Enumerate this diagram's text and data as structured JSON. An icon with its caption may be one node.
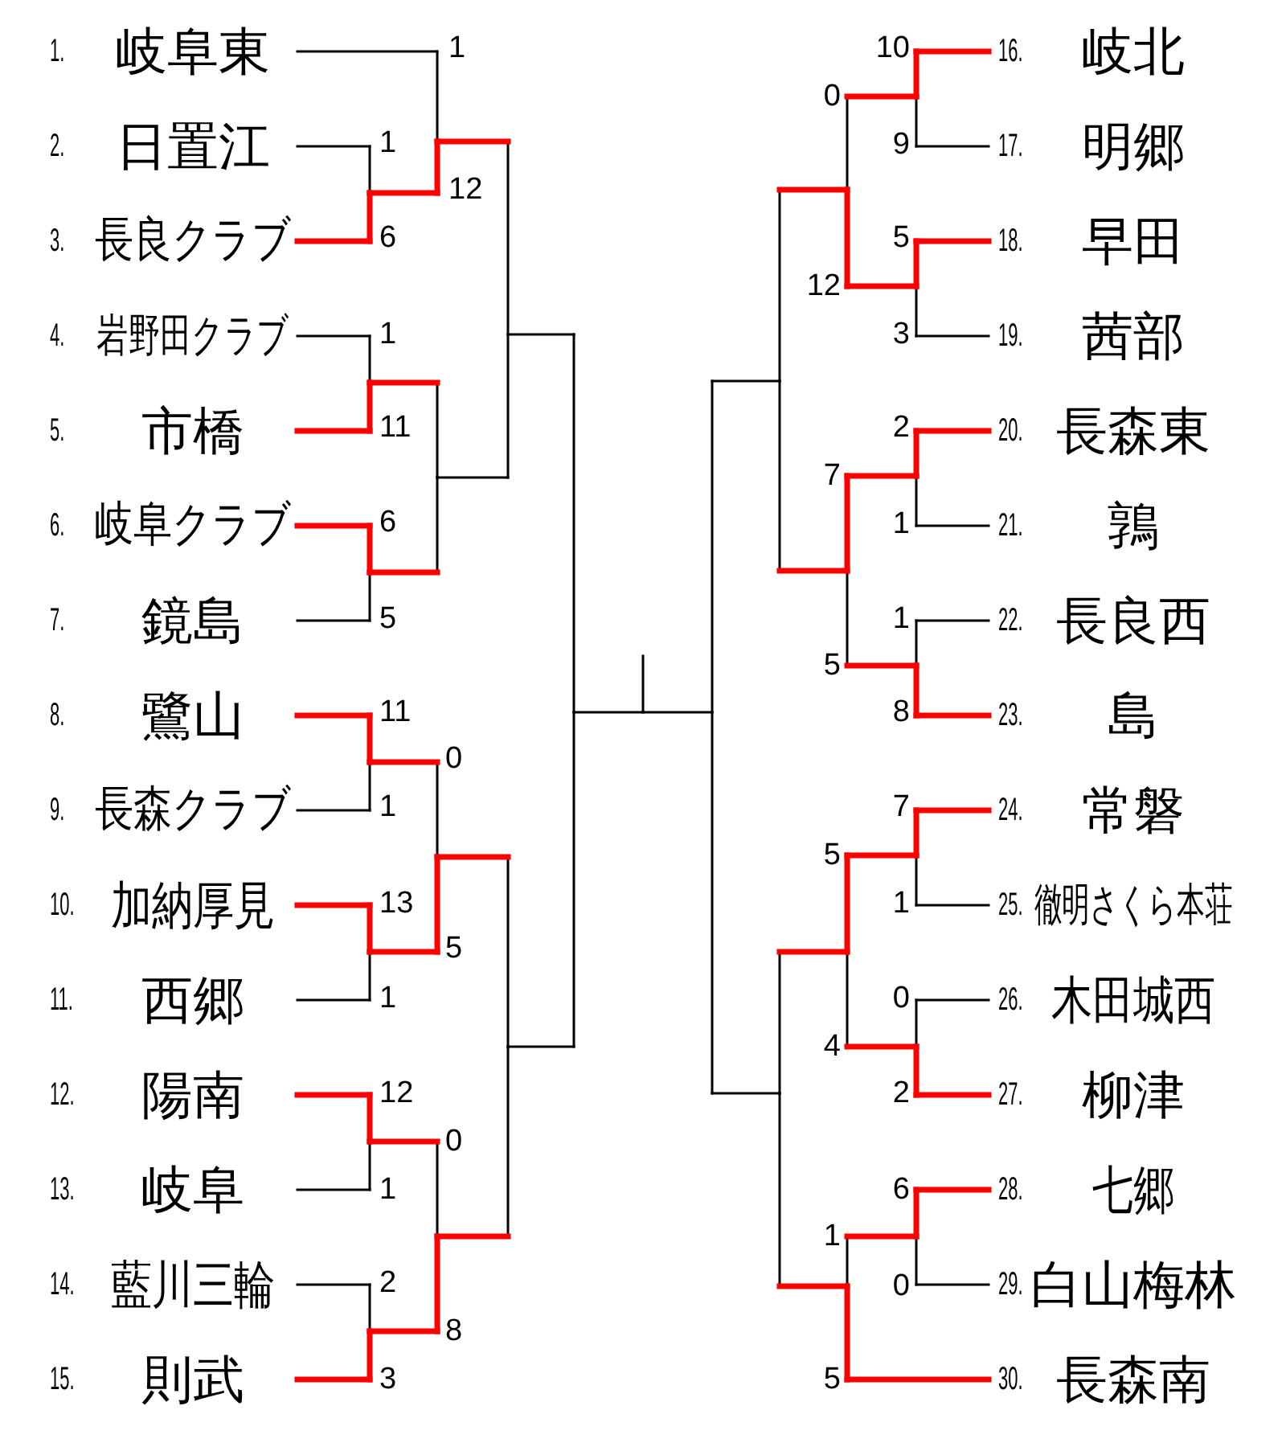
{
  "diagram": {
    "nodes": [
      {
        "text": [
          "岐阜東"
        ],
        "beside": [
          "1."
        ]
      },
      {
        "text": [
          "日置江"
        ],
        "beside": [
          "2."
        ]
      },
      {
        "text": [
          "長良クラブ"
        ],
        "beside": [
          "3."
        ]
      },
      {
        "text": [
          "岩野田クラブ"
        ],
        "beside": [
          "4."
        ]
      },
      {
        "text": [
          "市橋"
        ],
        "beside": [
          "5."
        ]
      },
      {
        "text": [
          "岐阜クラブ"
        ],
        "beside": [
          "6."
        ]
      },
      {
        "text": [
          "鏡島"
        ],
        "beside": [
          "7."
        ]
      },
      {
        "text": [
          "鷺山"
        ],
        "beside": [
          "8."
        ]
      },
      {
        "text": [
          "長森クラブ"
        ],
        "beside": [
          "9."
        ]
      },
      {
        "text": [
          "加納厚見"
        ],
        "beside": [
          "10."
        ]
      },
      {
        "text": [
          "西郷"
        ],
        "beside": [
          "11."
        ]
      },
      {
        "text": [
          "陽南"
        ],
        "beside": [
          "12."
        ]
      },
      {
        "text": [
          "岐阜"
        ],
        "beside": [
          "13."
        ]
      },
      {
        "text": [
          "藍川三輪"
        ],
        "beside": [
          "14."
        ]
      },
      {
        "text": [
          "則武"
        ],
        "beside": [
          "15."
        ]
      },
      {
        "text": [
          "岐北"
        ],
        "beside": [
          "16."
        ]
      },
      {
        "text": [
          "明郷"
        ],
        "beside": [
          "17."
        ]
      },
      {
        "text": [
          "早田"
        ],
        "beside": [
          "18."
        ]
      },
      {
        "text": [
          "茜部"
        ],
        "beside": [
          "19."
        ]
      },
      {
        "text": [
          "長森東"
        ],
        "beside": [
          "20."
        ]
      },
      {
        "text": [
          "鶉"
        ],
        "beside": [
          "21."
        ]
      },
      {
        "text": [
          "長良西"
        ],
        "beside": [
          "22."
        ]
      },
      {
        "text": [
          "島"
        ],
        "beside": [
          "23."
        ]
      },
      {
        "text": [
          "常磐"
        ],
        "beside": [
          "24."
        ]
      },
      {
        "text": [
          "徹明さくら本荘"
        ],
        "beside": [
          "25."
        ]
      },
      {
        "text": [
          "木田城西"
        ],
        "beside": [
          "26."
        ]
      },
      {
        "text": [
          "柳津"
        ],
        "beside": [
          "27."
        ]
      },
      {
        "text": [
          "七郷"
        ],
        "beside": [
          "28."
        ]
      },
      {
        "text": [
          "白山梅林"
        ],
        "beside": [
          "29."
        ]
      },
      {
        "text": [
          "長森南"
        ],
        "beside": [
          "30."
        ]
      }
    ],
    "labels": [
      "1",
      "1",
      "12",
      "6",
      "1",
      "11",
      "6",
      "5",
      "11",
      "0",
      "1",
      "13",
      "5",
      "1",
      "12",
      "0",
      "1",
      "2",
      "8",
      "3",
      "10",
      "0",
      "9",
      "5",
      "12",
      "3",
      "2",
      "7",
      "1",
      "1",
      "5",
      "8",
      "7",
      "5",
      "1",
      "0",
      "4",
      "2",
      "6",
      "1",
      "0",
      "5"
    ]
  }
}
